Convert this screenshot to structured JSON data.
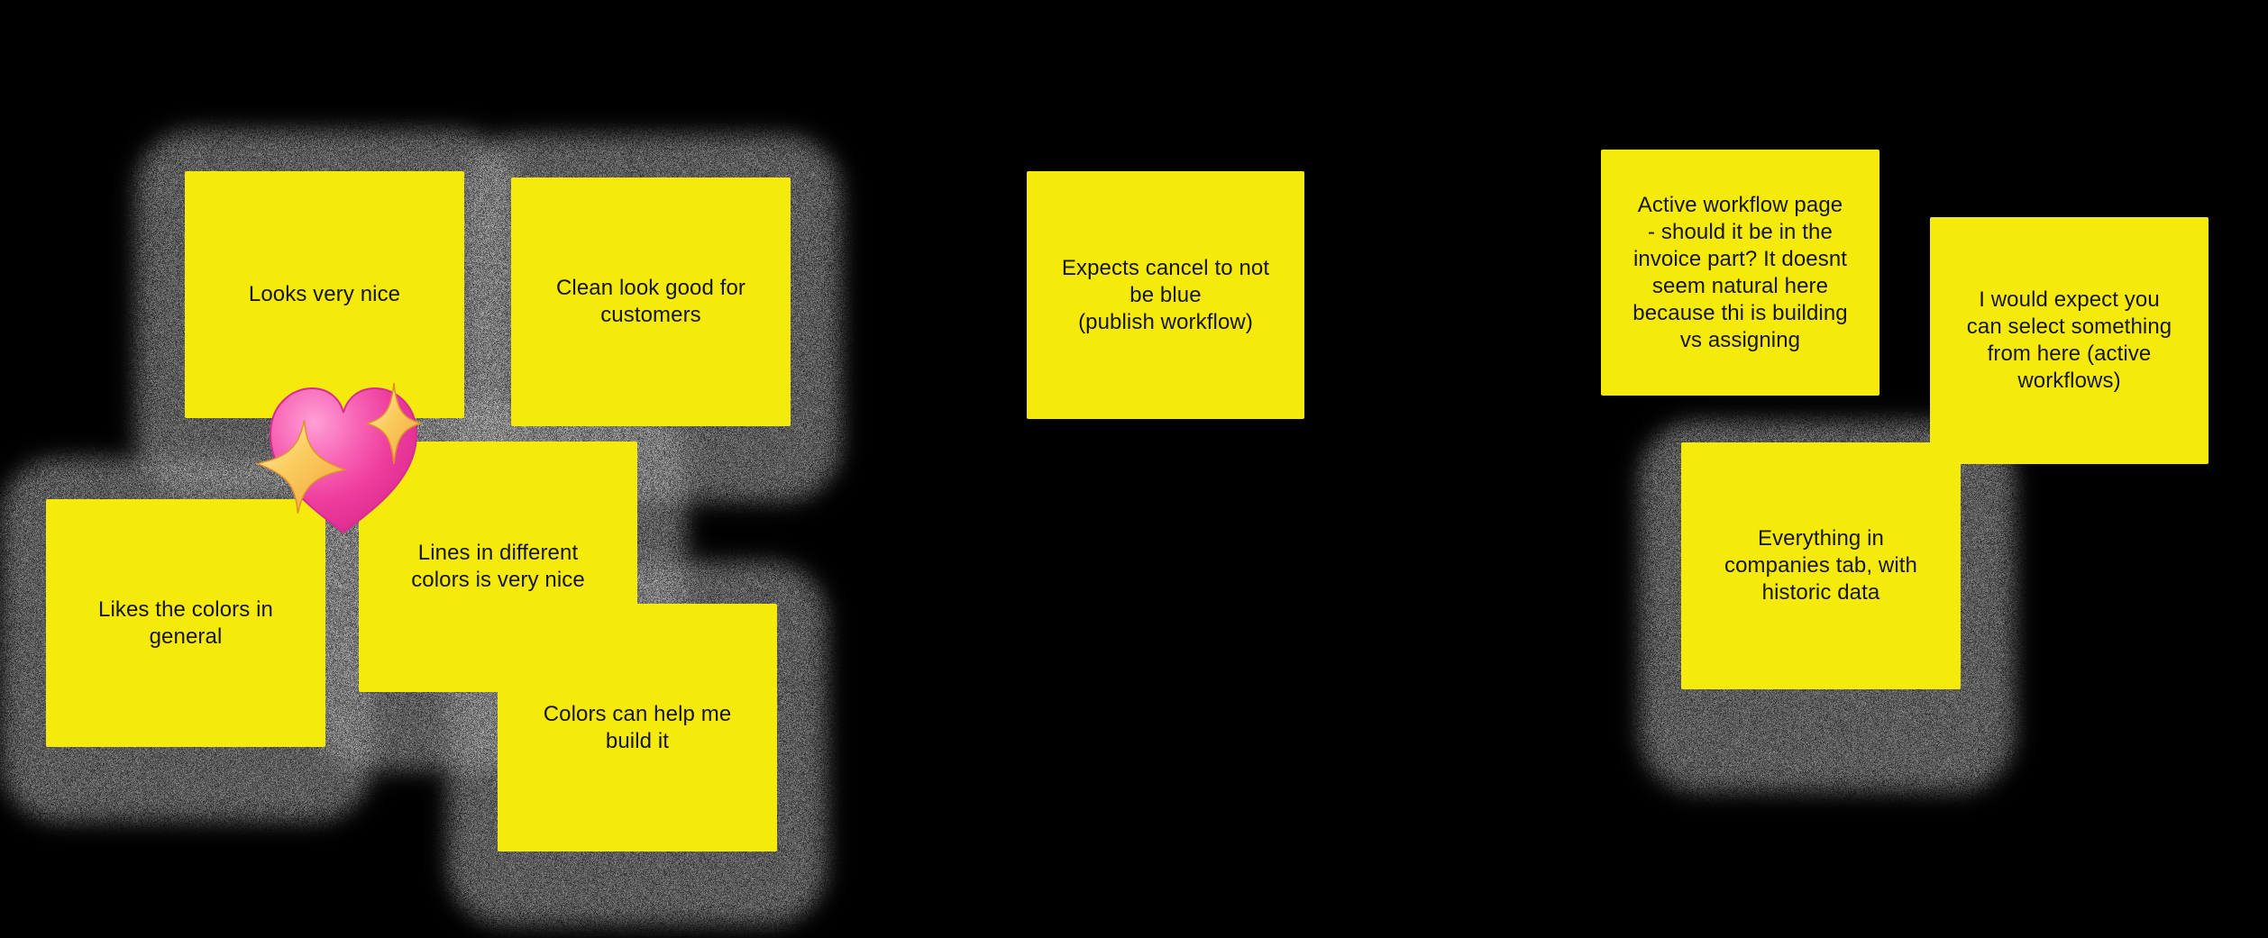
{
  "board": {
    "colors": {
      "bg": "#000000",
      "sticky": "#F5EA0B",
      "ink": "#161616",
      "spray": "#C6C6C6",
      "heart": "#EF3D9E",
      "sparkle": "#FBCB5D"
    },
    "notes": [
      {
        "id": "looks-very-nice",
        "text": "Looks very nice"
      },
      {
        "id": "clean-look",
        "text": "Clean look good for\ncustomers"
      },
      {
        "id": "likes-colors",
        "text": "Likes the colors in\ngeneral"
      },
      {
        "id": "lines-different-colors",
        "text": "Lines in different\ncolors is very nice"
      },
      {
        "id": "colors-help-build",
        "text": "Colors can help me\nbuild it"
      },
      {
        "id": "expects-cancel",
        "text": "Expects cancel to not\nbe blue\n(publish workflow)"
      },
      {
        "id": "active-workflow-page",
        "text": "Active workflow page\n- should it be in the\ninvoice part? It doesnt\nseem natural here\nbecause thi is building\nvs assigning"
      },
      {
        "id": "would-expect-select",
        "text": "I would expect you\ncan select something\nfrom here (active\nworkflows)"
      },
      {
        "id": "everything-companies",
        "text": "Everything in\ncompanies tab, with\nhistoric data"
      }
    ],
    "emoji": {
      "name": "sparkling-heart"
    }
  }
}
